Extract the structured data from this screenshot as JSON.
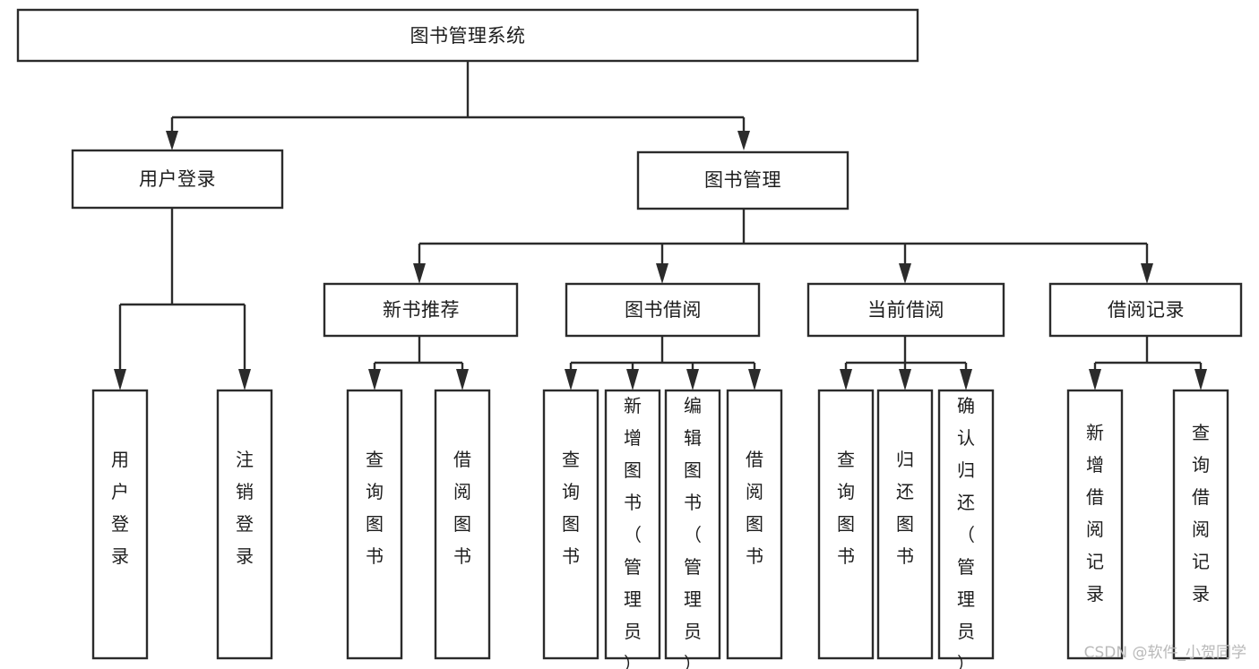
{
  "diagram": {
    "title": "图书管理系统",
    "type": "tree-hierarchy",
    "root": {
      "id": "root",
      "label": "图书管理系统"
    },
    "level2": [
      {
        "id": "user-login",
        "label": "用户登录"
      },
      {
        "id": "book-manage",
        "label": "图书管理"
      }
    ],
    "level3": [
      {
        "id": "new-book-recommend",
        "label": "新书推荐",
        "parent": "book-manage"
      },
      {
        "id": "book-borrow",
        "label": "图书借阅",
        "parent": "book-manage"
      },
      {
        "id": "current-borrow",
        "label": "当前借阅",
        "parent": "book-manage"
      },
      {
        "id": "borrow-record",
        "label": "借阅记录",
        "parent": "book-manage"
      }
    ],
    "leaves": {
      "user-login": [
        {
          "id": "leaf-user-login",
          "label": "用户登录"
        },
        {
          "id": "leaf-user-logout",
          "label": "注销登录"
        }
      ],
      "new-book-recommend": [
        {
          "id": "leaf-query-book-1",
          "label": "查询图书"
        },
        {
          "id": "leaf-borrow-book-1",
          "label": "借阅图书"
        }
      ],
      "book-borrow": [
        {
          "id": "leaf-query-book-2",
          "label": "查询图书"
        },
        {
          "id": "leaf-add-book",
          "label": "新增图书（管理员）"
        },
        {
          "id": "leaf-edit-book",
          "label": "编辑图书（管理员）"
        },
        {
          "id": "leaf-borrow-book-2",
          "label": "借阅图书"
        }
      ],
      "current-borrow": [
        {
          "id": "leaf-query-book-3",
          "label": "查询图书"
        },
        {
          "id": "leaf-return-book",
          "label": "归还图书"
        },
        {
          "id": "leaf-confirm-return",
          "label": "确认归还（管理员）"
        }
      ],
      "borrow-record": [
        {
          "id": "leaf-add-record",
          "label": "新增借阅记录"
        },
        {
          "id": "leaf-query-record",
          "label": "查询借阅记录"
        }
      ]
    }
  },
  "watermark": {
    "text": "CSDN @软件_小贺同学"
  },
  "colors": {
    "box_stroke": "#2b2b2b",
    "box_fill": "#ffffff",
    "text": "#1d1d1d",
    "background": "#ffffff",
    "watermark": "#b9b9b9"
  }
}
